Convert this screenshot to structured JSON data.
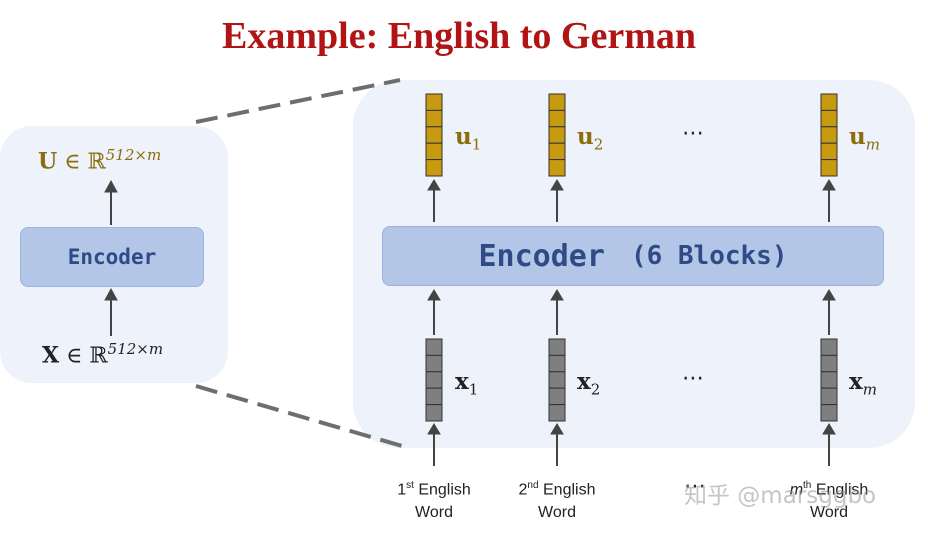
{
  "title": "Example: English to German",
  "left_panel": {
    "output_label": {
      "var": "U",
      "set": "ℝ",
      "dims": "512×m"
    },
    "encoder_label": "Encoder",
    "input_label": {
      "var": "X",
      "set": "ℝ",
      "dims": "512×m"
    }
  },
  "right_panel": {
    "encoder_label": "Encoder",
    "encoder_sub": "(6 Blocks)",
    "outputs": [
      {
        "var": "u",
        "sub": "1"
      },
      {
        "var": "u",
        "sub": "2"
      },
      {
        "var": "u",
        "sub": "m"
      }
    ],
    "inputs": [
      {
        "var": "x",
        "sub": "1"
      },
      {
        "var": "x",
        "sub": "2"
      },
      {
        "var": "x",
        "sub": "m"
      }
    ],
    "ellipsis_top": "⋯",
    "ellipsis_bottom": "⋯",
    "ellipsis_words": "⋯",
    "words": [
      {
        "num": "1",
        "suffix": "st",
        "text": "English",
        "line2": "Word"
      },
      {
        "num": "2",
        "suffix": "nd",
        "text": "English",
        "line2": "Word"
      },
      {
        "num": "m",
        "suffix": "th",
        "text": "English",
        "line2": "Word"
      }
    ]
  },
  "watermark": "知乎 @marsggbo",
  "colors": {
    "title": "#b01414",
    "panel_bg": "#eef2fa",
    "encoder_fill": "#b4c6e7",
    "encoder_text": "#2f4b86",
    "output_vector": "#c89a10",
    "input_vector": "#7f7f7f",
    "arrow": "#444444"
  }
}
